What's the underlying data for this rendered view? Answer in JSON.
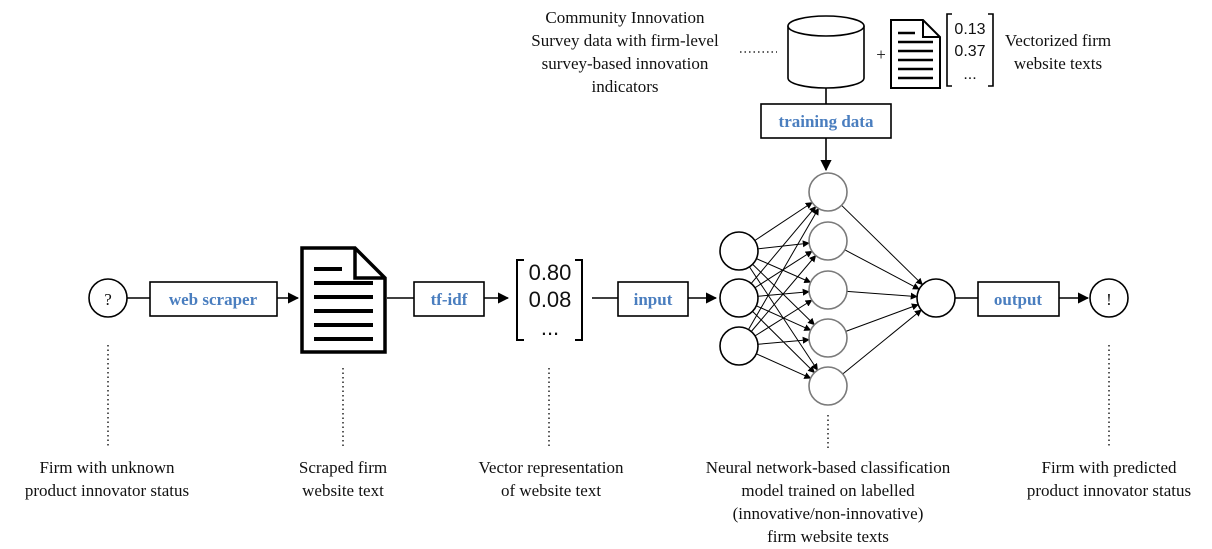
{
  "nodes": {
    "unknown_symbol": "?",
    "predicted_symbol": "!"
  },
  "boxes": {
    "web_scraper": "web scraper",
    "tfidf": "tf-idf",
    "input": "input",
    "output": "output",
    "training": "training data"
  },
  "vector": {
    "v1": "0.80",
    "v2": "0.08",
    "v3": "..."
  },
  "training_vector": {
    "v1": "0.13",
    "v2": "0.37",
    "v3": "..."
  },
  "plus": "+",
  "labels": {
    "firm_unknown": [
      "Firm with unknown",
      "product innovator status"
    ],
    "scraped": [
      "Scraped firm",
      "website text"
    ],
    "vector_repr": [
      "Vector representation",
      "of website text"
    ],
    "nn_model": [
      "Neural network-based classification",
      "model trained on labelled",
      "(innovative/non-innovative)",
      "firm website texts"
    ],
    "firm_predicted": [
      "Firm with predicted",
      "product innovator status"
    ],
    "cis": [
      "Community Innovation",
      "Survey data with firm-level",
      "survey-based innovation",
      "indicators"
    ],
    "vectorized": [
      "Vectorized firm",
      "website texts"
    ]
  }
}
